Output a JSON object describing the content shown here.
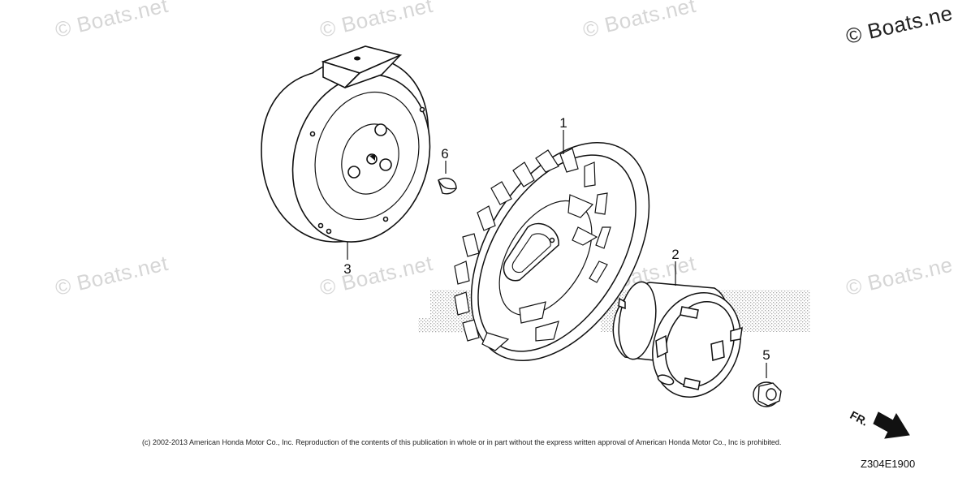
{
  "watermarks": [
    {
      "id": "wm-1",
      "text": "© Boats.net"
    },
    {
      "id": "wm-2",
      "text": "© Boats.net"
    },
    {
      "id": "wm-3",
      "text": "© Boats.net"
    },
    {
      "id": "wm-4",
      "text": "© Boats.ne"
    },
    {
      "id": "wm-5",
      "text": "© Boats.net"
    },
    {
      "id": "wm-6",
      "text": "© Boats.net"
    },
    {
      "id": "wm-7",
      "text": "© Boats.net"
    },
    {
      "id": "wm-8",
      "text": "© Boats.ne"
    }
  ],
  "callouts": {
    "part_1": "1",
    "part_2": "2",
    "part_3": "3",
    "part_5": "5",
    "part_6": "6"
  },
  "direction_indicator": "FR.",
  "copyright": "(c) 2002-2013 American Honda Motor Co., Inc. Reproduction of the contents of this publication in whole or in part without the express written approval of American Honda Motor Co., Inc is prohibited.",
  "diagram_code": "Z304E1900",
  "colors": {
    "line": "#111111",
    "watermark": "#d6d6d6",
    "stipple": "#b5b5b5"
  }
}
